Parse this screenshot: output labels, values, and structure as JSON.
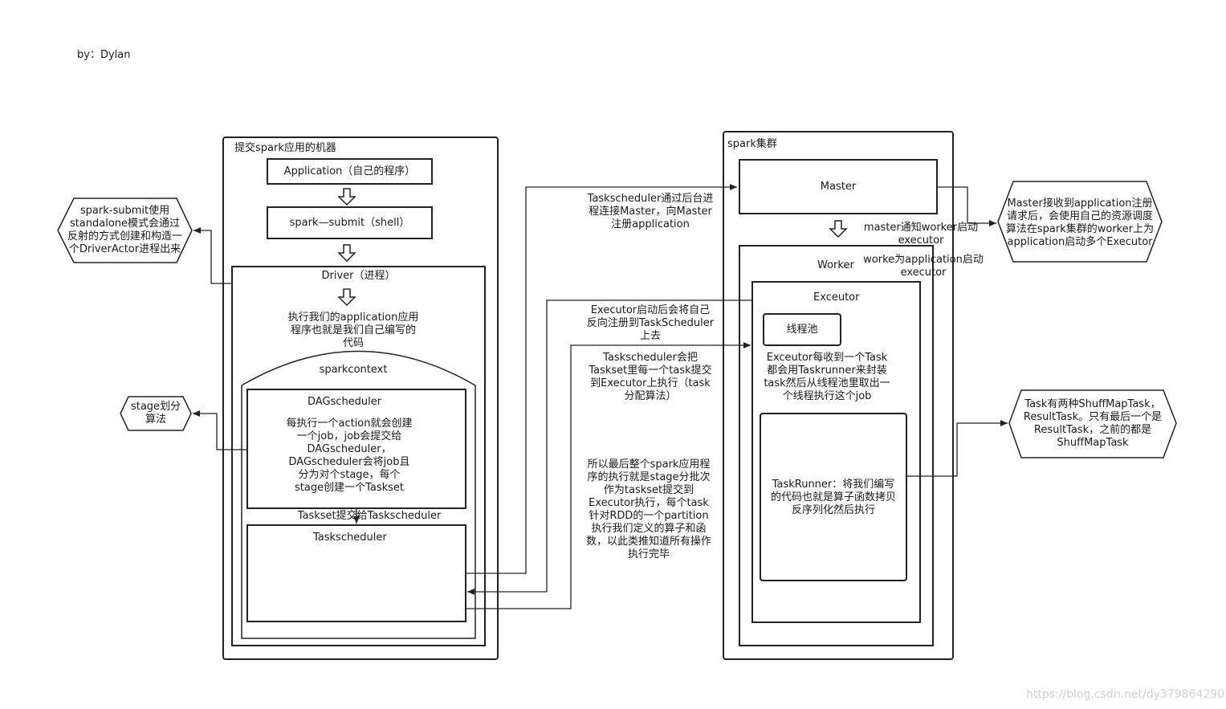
{
  "author": "by：Dylan",
  "watermark": "https://blog.csdn.net/dy379864290",
  "left_group": {
    "title": "提交spark应用的机器",
    "application": "Application（自己的程序）",
    "spark_submit": "spark—submit（shell）",
    "driver": "Driver（进程）",
    "driver_desc": "执行我们的application应用\n程序也就是我们自己编写的\n代码",
    "sparkcontext": "sparkcontext",
    "dagscheduler": "DAGscheduler",
    "dagscheduler_desc": "每执行一个action就会创建\n一个job，job会提交给\nDAGscheduler，\nDAGscheduler会将job且\n分为对个stage，每个\nstage创建一个Taskset",
    "taskset_submit": "Taskset提交给Taskscheduler",
    "taskscheduler": "Taskscheduler"
  },
  "left_notes": {
    "spark_submit_note": "spark-submit使用\nstandalone模式会通过\n反射的方式创建和构造一\n个DriverActor进程出来",
    "stage_note": "stage划分\n算法"
  },
  "middle_notes": {
    "register_master": "Taskscheduler通过后台进\n程连接Master，向Master\n注册application",
    "executor_register": "Executor启动后会将自己\n反向注册到TaskScheduler\n上去",
    "taskset_submit": "Taskscheduler会把\nTaskset里每一个task提交\n到Executor上执行（task\n分配算法）",
    "summary": "所以最后整个spark应用程\n序的执行就是stage分批次\n作为taskset提交到\nExecutor执行，每个task\n针对RDD的一个partition\n执行我们定义的算子和函\n数，以此类推知道所有操作\n执行完毕"
  },
  "right_group": {
    "title": "spark集群",
    "master": "Master",
    "master_notify": "master通知worker启动\nexecutor",
    "worker_start": "worke为application启动\nexecutor",
    "worker": "Worker",
    "executor": "Exceutor",
    "thread_pool": "线程池",
    "executor_desc": "Exceutor每收到一个Task\n都会用Taskrunner来封装\ntask然后从线程池里取出一\n个线程执行这个job",
    "taskrunner": "TaskRunner：将我们编写\n的代码也就是算子函数拷贝\n反序列化然后执行"
  },
  "right_notes": {
    "master_note": "Master接收到application注册\n请求后，会使用自己的资源调度\n算法在spark集群的worker上为\napplication启动多个Executor",
    "task_note": "Task有两种ShuffMapTask，\nResultTask。只有最后一个是\nResultTask，之前的都是\nShuffMapTask"
  },
  "colors": {
    "stroke": "#222222",
    "text": "#1a1a1a",
    "background": "#ffffff",
    "watermark": "#d0d0d0"
  }
}
